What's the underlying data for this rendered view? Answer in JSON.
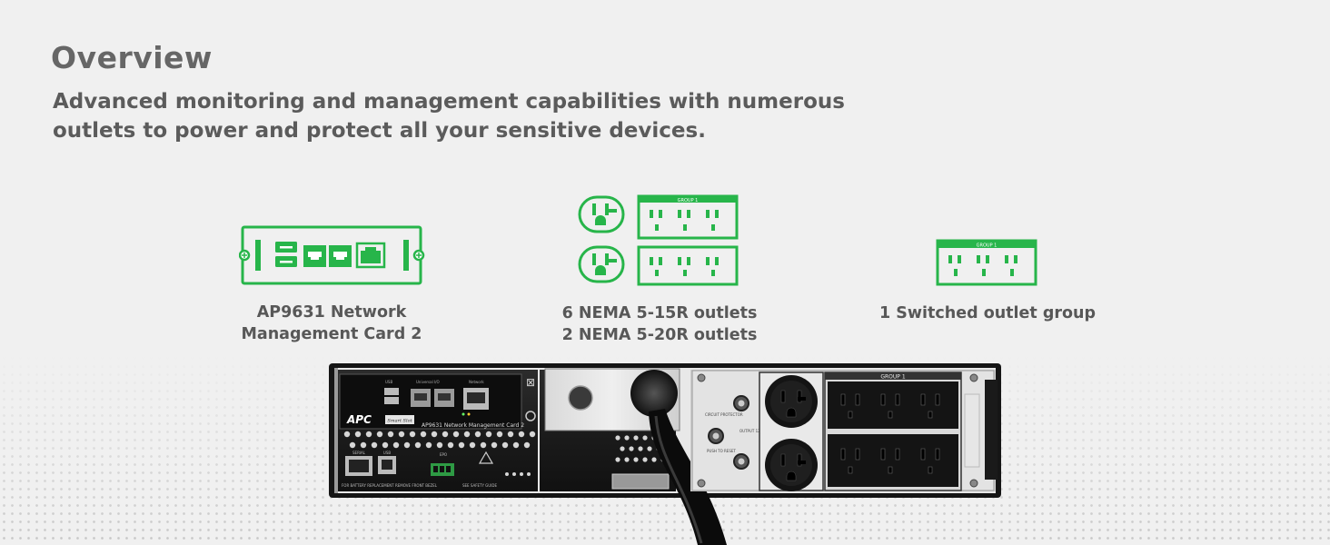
{
  "header": {
    "title": "Overview",
    "subtitle": "Advanced monitoring and management capabilities with numerous outlets to power and protect all your sensitive devices."
  },
  "features": [
    {
      "icon": "network-card-icon",
      "lines": [
        "AP9631 Network",
        "Management Card 2"
      ]
    },
    {
      "icon": "outlets-icon",
      "lines": [
        "6 NEMA 5-15R outlets",
        "2 NEMA 5-20R outlets"
      ]
    },
    {
      "icon": "switched-outlet-group-icon",
      "lines": [
        "1 Switched outlet group"
      ]
    }
  ],
  "icon_labels": {
    "group": "GROUP 1"
  },
  "product": {
    "brand": "APC",
    "card_label": "AP9631 Network Management Card 2",
    "smart_slot": "Smart Slot",
    "group_label": "GROUP 1",
    "port_usb": "USB",
    "port_universal_io": "Universal I/O",
    "port_network": "Network",
    "serial_label": "SERIAL",
    "usb_label": "USB",
    "epo_label": "EPO",
    "battery_note": "FOR BATTERY REPLACEMENT REMOVE FRONT BEZEL",
    "safety_note": "SEE SAFETY GUIDE",
    "output_label": "OUTPUT 120V",
    "breaker_label": "PUSH TO RESET",
    "circuit_label": "CIRCUIT PROTECTOR"
  },
  "colors": {
    "accent_green": "#2dbd4e",
    "icon_green": "#27b54a",
    "text_gray": "#555555",
    "background": "#f0f0f0"
  }
}
